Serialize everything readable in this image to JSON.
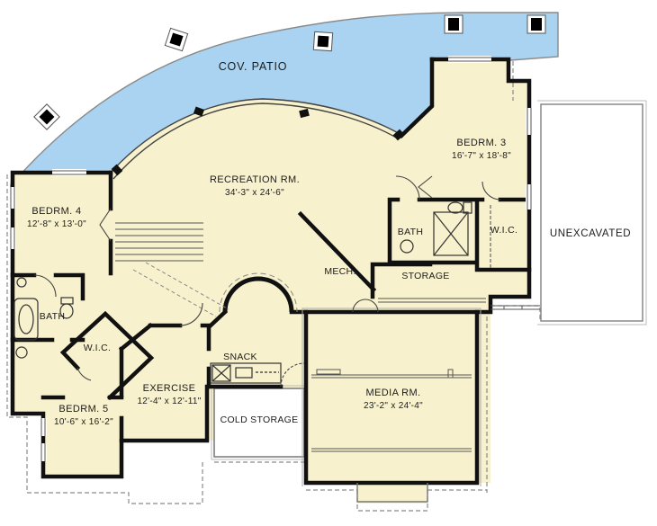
{
  "rooms": {
    "cov_patio": {
      "label": "COV. PATIO"
    },
    "recreation": {
      "label": "RECREATION RM.",
      "dims": "34'-3\" x 24'-6\""
    },
    "bedrm3": {
      "label": "BEDRM. 3",
      "dims": "16'-7\" x 18'-8\""
    },
    "unexcavated": {
      "label": "UNEXCAVATED"
    },
    "bedrm4": {
      "label": "BEDRM. 4",
      "dims": "12'-8\" x 13'-0\""
    },
    "bath_left": {
      "label": "BATH"
    },
    "wic_left": {
      "label": "W.I.C."
    },
    "mech": {
      "label": "MECH."
    },
    "bath_right": {
      "label": "BATH"
    },
    "storage": {
      "label": "STORAGE"
    },
    "wic_right": {
      "label": "W.I.C."
    },
    "snack": {
      "label": "SNACK"
    },
    "exercise": {
      "label": "EXERCISE",
      "dims": "12'-4\" x 12'-11\""
    },
    "bedrm5": {
      "label": "BEDRM. 5",
      "dims": "10'-6\" x 16'-2\""
    },
    "cold_storage": {
      "label": "COLD STORAGE"
    },
    "media": {
      "label": "MEDIA RM.",
      "dims": "23'-2\" x 24'-4\""
    }
  },
  "colors": {
    "patio_blue": "#a9d3f0",
    "floor_cream": "#f7f1cd",
    "wall_black": "#111111",
    "line_gray": "#666666",
    "background": "#ffffff"
  }
}
